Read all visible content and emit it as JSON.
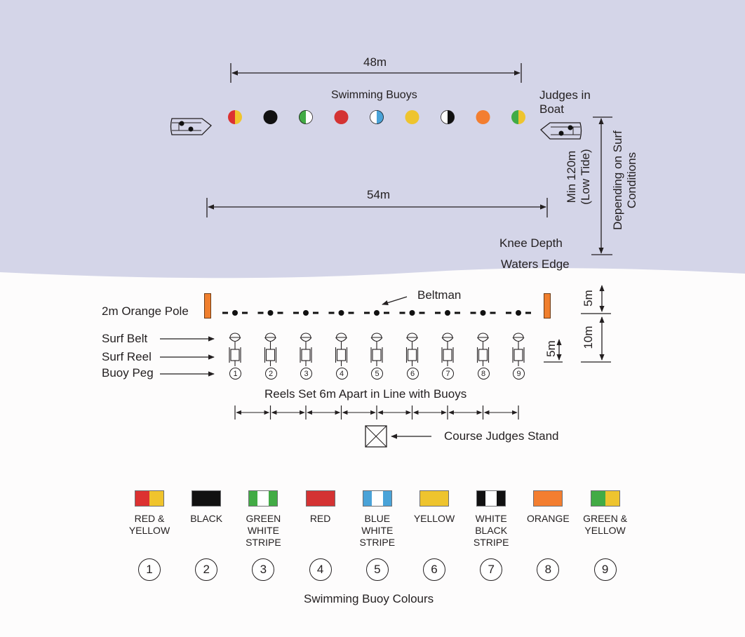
{
  "water": {
    "color": "#d4d5e8",
    "sand_color": "#fdfcfc"
  },
  "labels": {
    "dist_48": "48m",
    "swimming_buoys": "Swimming Buoys",
    "judges_in_boat_1": "Judges in",
    "judges_in_boat_2": "Boat",
    "dist_54": "54m",
    "min_120_1": "Min 120m",
    "min_120_2": "(Low Tide)",
    "depending_1": "Depending on Surf",
    "depending_2": "Conditions",
    "knee_depth": "Knee Depth",
    "waters_edge": "Waters Edge",
    "beltman": "Beltman",
    "orange_pole": "2m Orange Pole",
    "surf_belt": "Surf Belt",
    "surf_reel": "Surf Reel",
    "buoy_peg": "Buoy Peg",
    "dist_5m_top": "5m",
    "dist_10m": "10m",
    "dist_5m_small": "5m",
    "reels_apart": "Reels Set 6m Apart in Line with Buoys",
    "course_judges": "Course Judges Stand",
    "legend_title": "Swimming Buoy Colours"
  },
  "buoys": [
    {
      "n": "1",
      "name": "RED & YELLOW",
      "lines": [
        "RED &",
        "YELLOW"
      ],
      "type": "split",
      "c1": "#dc3131",
      "c2": "#f0c42c"
    },
    {
      "n": "2",
      "name": "BLACK",
      "lines": [
        "BLACK"
      ],
      "type": "solid",
      "c1": "#111111"
    },
    {
      "n": "3",
      "name": "GREEN WHITE STRIPE",
      "lines": [
        "GREEN",
        "WHITE",
        "STRIPE"
      ],
      "type": "stripe",
      "c1": "#42ab45",
      "c2": "#ffffff"
    },
    {
      "n": "4",
      "name": "RED",
      "lines": [
        "RED"
      ],
      "type": "solid",
      "c1": "#d43333"
    },
    {
      "n": "5",
      "name": "BLUE WHITE STRIPE",
      "lines": [
        "BLUE",
        "WHITE",
        "STRIPE"
      ],
      "type": "stripe",
      "c1": "#4aa3d8",
      "c2": "#ffffff"
    },
    {
      "n": "6",
      "name": "YELLOW",
      "lines": [
        "YELLOW"
      ],
      "type": "solid",
      "c1": "#eec42e"
    },
    {
      "n": "7",
      "name": "WHITE BLACK STRIPE",
      "lines": [
        "WHITE",
        "BLACK",
        "STRIPE"
      ],
      "type": "stripe",
      "c1": "#111111",
      "c2": "#ffffff"
    },
    {
      "n": "8",
      "name": "ORANGE",
      "lines": [
        "ORANGE"
      ],
      "type": "solid",
      "c1": "#f37e30"
    },
    {
      "n": "9",
      "name": "GREEN & YELLOW",
      "lines": [
        "GREEN &",
        "YELLOW"
      ],
      "type": "split",
      "c1": "#42ab45",
      "c2": "#eec42e"
    }
  ],
  "pole_color": "#f07f2e"
}
